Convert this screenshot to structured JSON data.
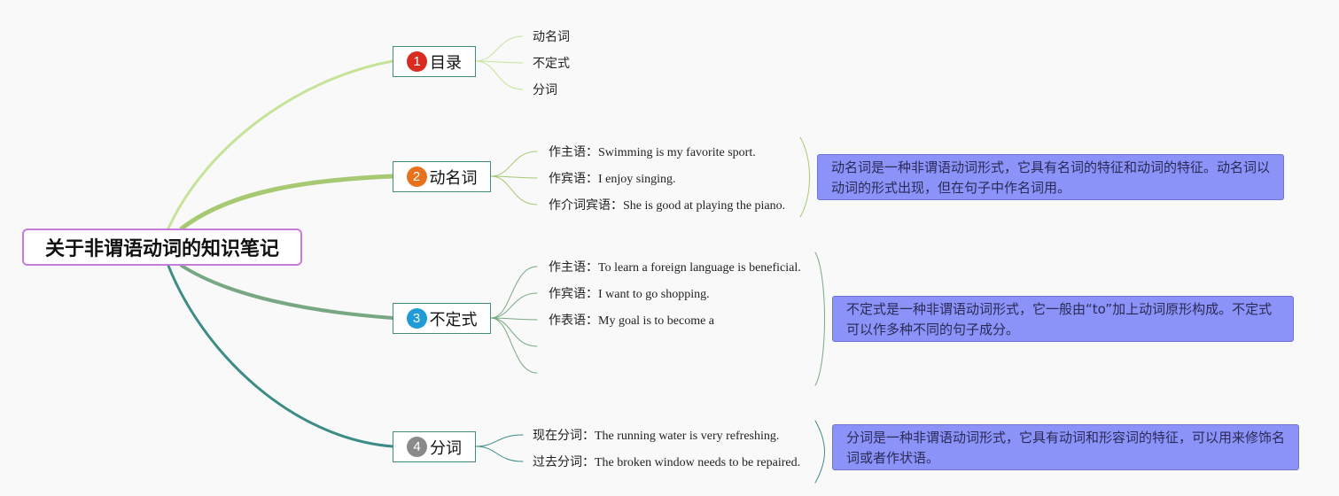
{
  "root": {
    "title": "关于非谓语动词的知识笔记"
  },
  "branches": [
    {
      "number": "1",
      "label": "目录",
      "badge_color": "#d92b1f",
      "line_color": "#c5e49a",
      "leaves": [
        {
          "label": "动名词",
          "example": ""
        },
        {
          "label": "不定式",
          "example": ""
        },
        {
          "label": "分词",
          "example": ""
        }
      ]
    },
    {
      "number": "2",
      "label": "动名词",
      "badge_color": "#e8721c",
      "line_color": "#a6c972",
      "leaves": [
        {
          "label": "作主语：",
          "example": "Swimming is my favorite sport."
        },
        {
          "label": "作宾语：",
          "example": "I enjoy singing."
        },
        {
          "label": "作介词宾语：",
          "example": "She is good at playing the piano."
        }
      ],
      "note": "动名词是一种非谓语动词形式，它具有名词的特征和动词的特征。动名词以动词的形式出现，但在句子中作名词用。"
    },
    {
      "number": "3",
      "label": "不定式",
      "badge_color": "#1f9bd8",
      "line_color": "#78a883",
      "leaves": [
        {
          "label": "作主语：",
          "example": "To learn a foreign language is beneficial."
        },
        {
          "label": "作宾语：",
          "example": "I want to go shopping."
        },
        {
          "label": "作表语：",
          "example": "My goal is to become a"
        },
        {
          "label": "",
          "example": ""
        },
        {
          "label": "",
          "example": ""
        }
      ],
      "note": "不定式是一种非谓语动词形式，它一般由“to”加上动词原形构成。不定式可以作多种不同的句子成分。"
    },
    {
      "number": "4",
      "label": "分词",
      "badge_color": "#8a8a8a",
      "line_color": "#3c8c85",
      "leaves": [
        {
          "label": "现在分词：",
          "example": "The running water is very refreshing."
        },
        {
          "label": "过去分词：",
          "example": "The broken window needs to be repaired."
        }
      ],
      "note": "分词是一种非谓语动词形式，它具有动词和形容词的特征，可以用来修饰名词或者作状语。"
    }
  ]
}
